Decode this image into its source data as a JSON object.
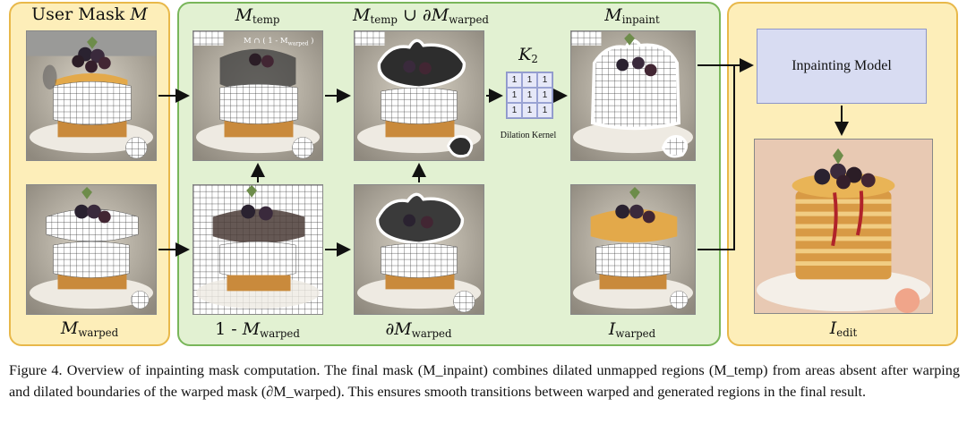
{
  "panels": {
    "user_mask": {
      "label_text": "User Mask",
      "label_var": "M"
    },
    "m_warped": {
      "label_var": "M",
      "label_sub": "warped"
    },
    "m_temp": {
      "label_var": "M",
      "label_sub": "temp",
      "overlay": "M ∩ ( 1 - M",
      "overlay_sub": "warped",
      "overlay_end": ")"
    },
    "one_minus": {
      "label_prefix": "1 -",
      "label_var": "M",
      "label_sub": "warped"
    },
    "union": {
      "label_var1": "M",
      "label_sub1": "temp",
      "label_op": "∪ ∂",
      "label_var2": "M",
      "label_sub2": "warped"
    },
    "boundary": {
      "label_prefix": "∂",
      "label_var": "M",
      "label_sub": "warped"
    },
    "kernel": {
      "label_var": "K",
      "label_sub": "2",
      "caption": "Dilation Kernel",
      "cells": [
        "1",
        "1",
        "1",
        "1",
        "1",
        "1",
        "1",
        "1",
        "1"
      ]
    },
    "m_inpaint": {
      "label_var": "M",
      "label_sub": "inpaint"
    },
    "i_warped": {
      "label_var": "I",
      "label_sub": "warped"
    },
    "model": {
      "label": "Inpainting Model"
    },
    "i_edit": {
      "label_var": "I",
      "label_sub": "edit"
    }
  },
  "caption": {
    "text": "Figure 4. Overview of inpainting mask computation. The final mask (M_inpaint) combines dilated unmapped regions (M_temp) from areas absent after warping and dilated boundaries of the warped mask (∂M_warped). This ensures smooth transitions between warped and generated regions in the final result."
  }
}
